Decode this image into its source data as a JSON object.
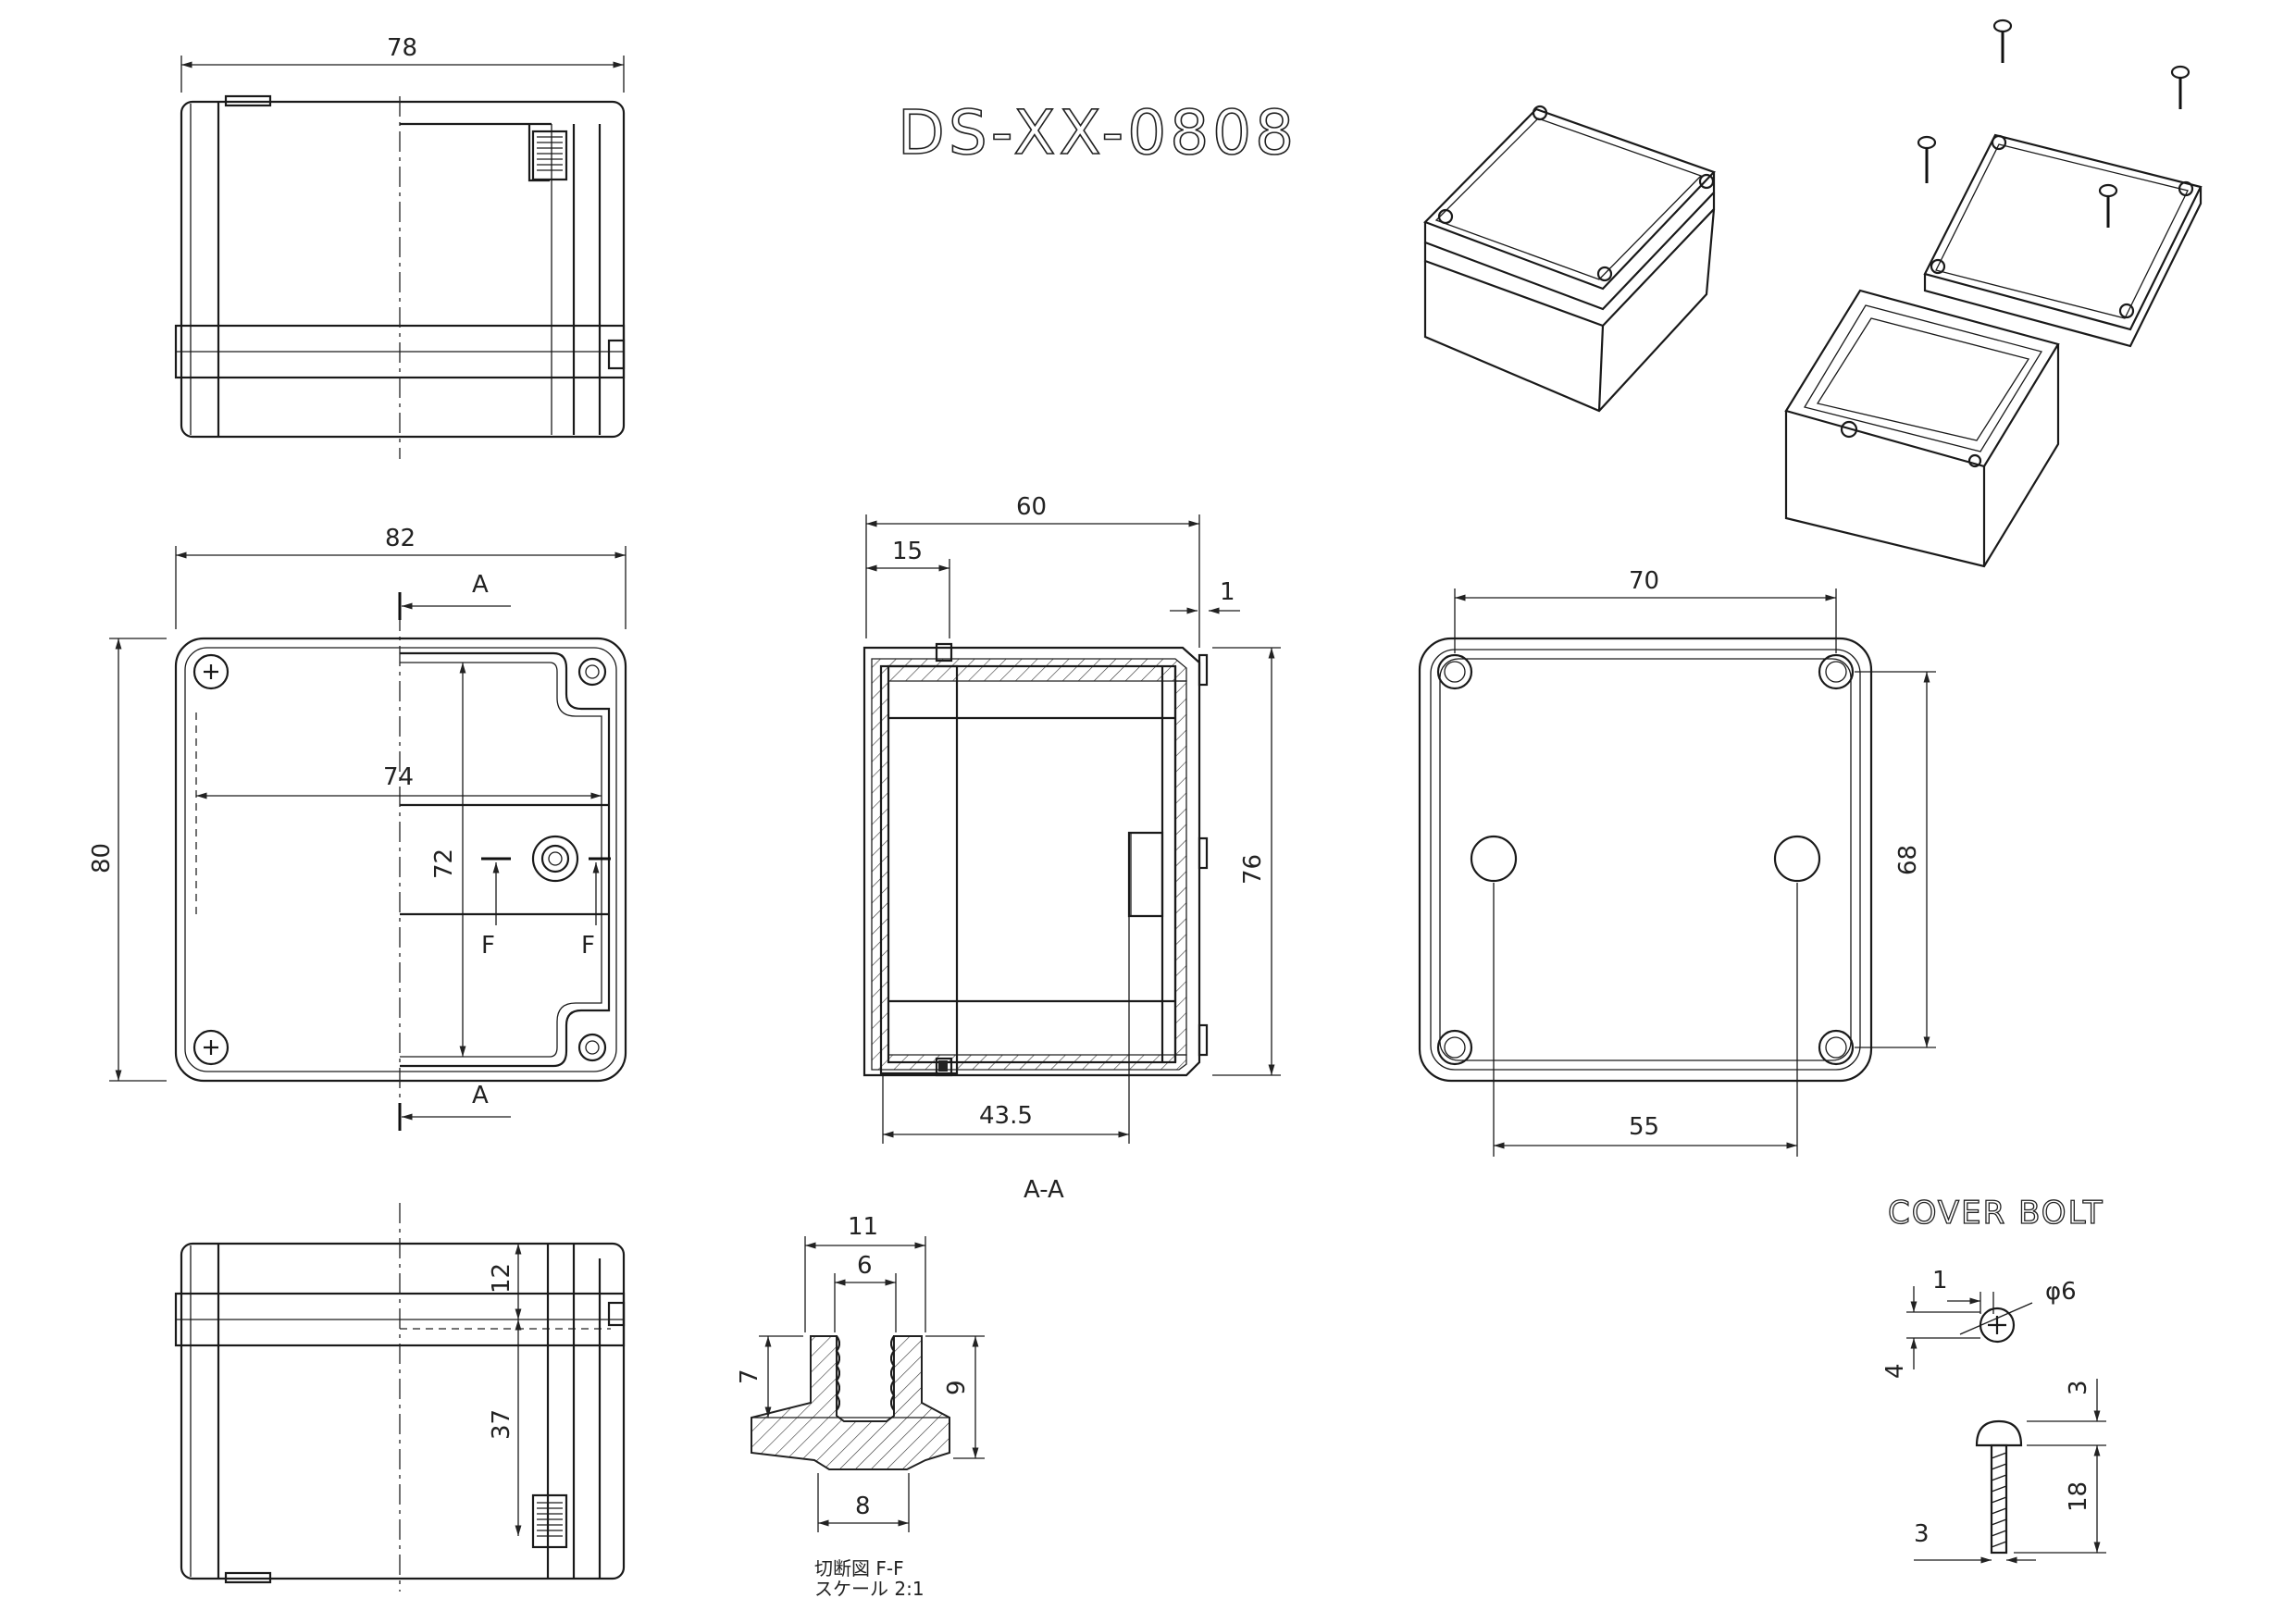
{
  "drawing": {
    "title": "DS-XX-0808",
    "section_label": "A-A",
    "cover_bolt_title": "COVER BOLT",
    "section_note_line1": "切断図 F-F",
    "section_note_line2": "スケール 2:1"
  },
  "dimensions": {
    "top_width": "78",
    "plan_width": "82",
    "plan_height": "80",
    "plan_inner_width": "74",
    "plan_inner_height": "72",
    "section_mark_top": "A",
    "section_mark_bottom": "A",
    "section_f_left": "F",
    "section_f_right": "F",
    "side_total": "60",
    "side_lid": "15",
    "side_gap": "1",
    "side_height": "76",
    "side_inner": "43.5",
    "lid_hole_spacing": "70",
    "lid_hole_vertical": "68",
    "lid_boss_spacing": "55",
    "front_lid": "12",
    "front_body": "37",
    "boss_outer": "11",
    "boss_inner": "6",
    "boss_left_h": "7",
    "boss_right_h": "9",
    "boss_base": "8",
    "bolt_head_recess": "1",
    "bolt_head_dia": "φ6",
    "bolt_head_height": "4",
    "bolt_head_top": "3",
    "bolt_length": "18",
    "bolt_shank_dia": "3"
  }
}
